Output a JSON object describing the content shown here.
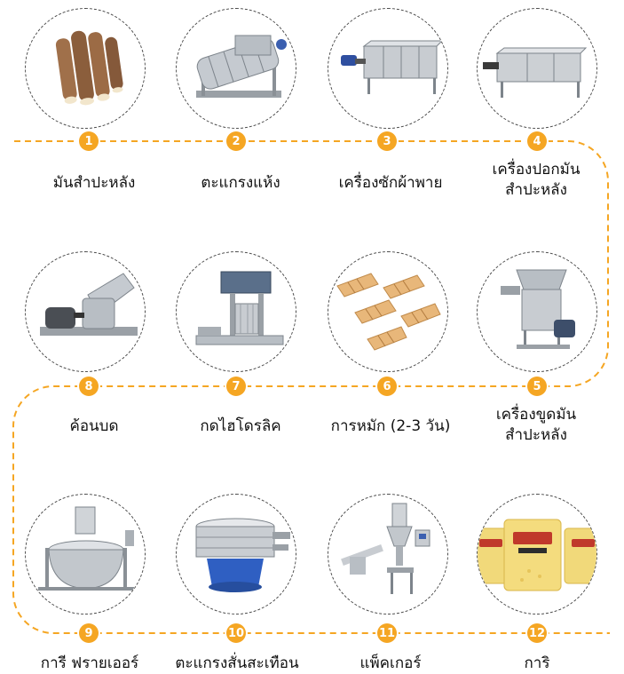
{
  "accent_color": "#f5a623",
  "steps": [
    {
      "number": "1",
      "label": "มันสำปะหลัง",
      "icon": "cassava-roots-icon"
    },
    {
      "number": "2",
      "label": "ตะแกรงแห้ง",
      "icon": "drum-screen-machine-icon"
    },
    {
      "number": "3",
      "label": "เครื่องซักผ้าพาย",
      "icon": "paddle-washer-machine-icon"
    },
    {
      "number": "4",
      "label": "เครื่องปอกมันสำปะหลัง",
      "icon": "peeling-machine-icon"
    },
    {
      "number": "5",
      "label": "เครื่องขูดมันสำปะหลัง",
      "icon": "grating-machine-icon"
    },
    {
      "number": "6",
      "label": "การหมัก (2-3 วัน)",
      "icon": "fermentation-racks-icon"
    },
    {
      "number": "7",
      "label": "กดไฮโดรลิค",
      "icon": "hydraulic-press-icon"
    },
    {
      "number": "8",
      "label": "ค้อนบด",
      "icon": "hammer-mill-icon"
    },
    {
      "number": "9",
      "label": "การี ฟรายเออร์",
      "icon": "jacketed-kettle-fryer-icon"
    },
    {
      "number": "10",
      "label": "ตะแกรงสั่นสะเทือน",
      "icon": "vibrating-sieve-icon"
    },
    {
      "number": "11",
      "label": "แพ็คเกอร์",
      "icon": "packing-machine-icon"
    },
    {
      "number": "12",
      "label": "การิ",
      "icon": "garri-bags-icon"
    }
  ]
}
